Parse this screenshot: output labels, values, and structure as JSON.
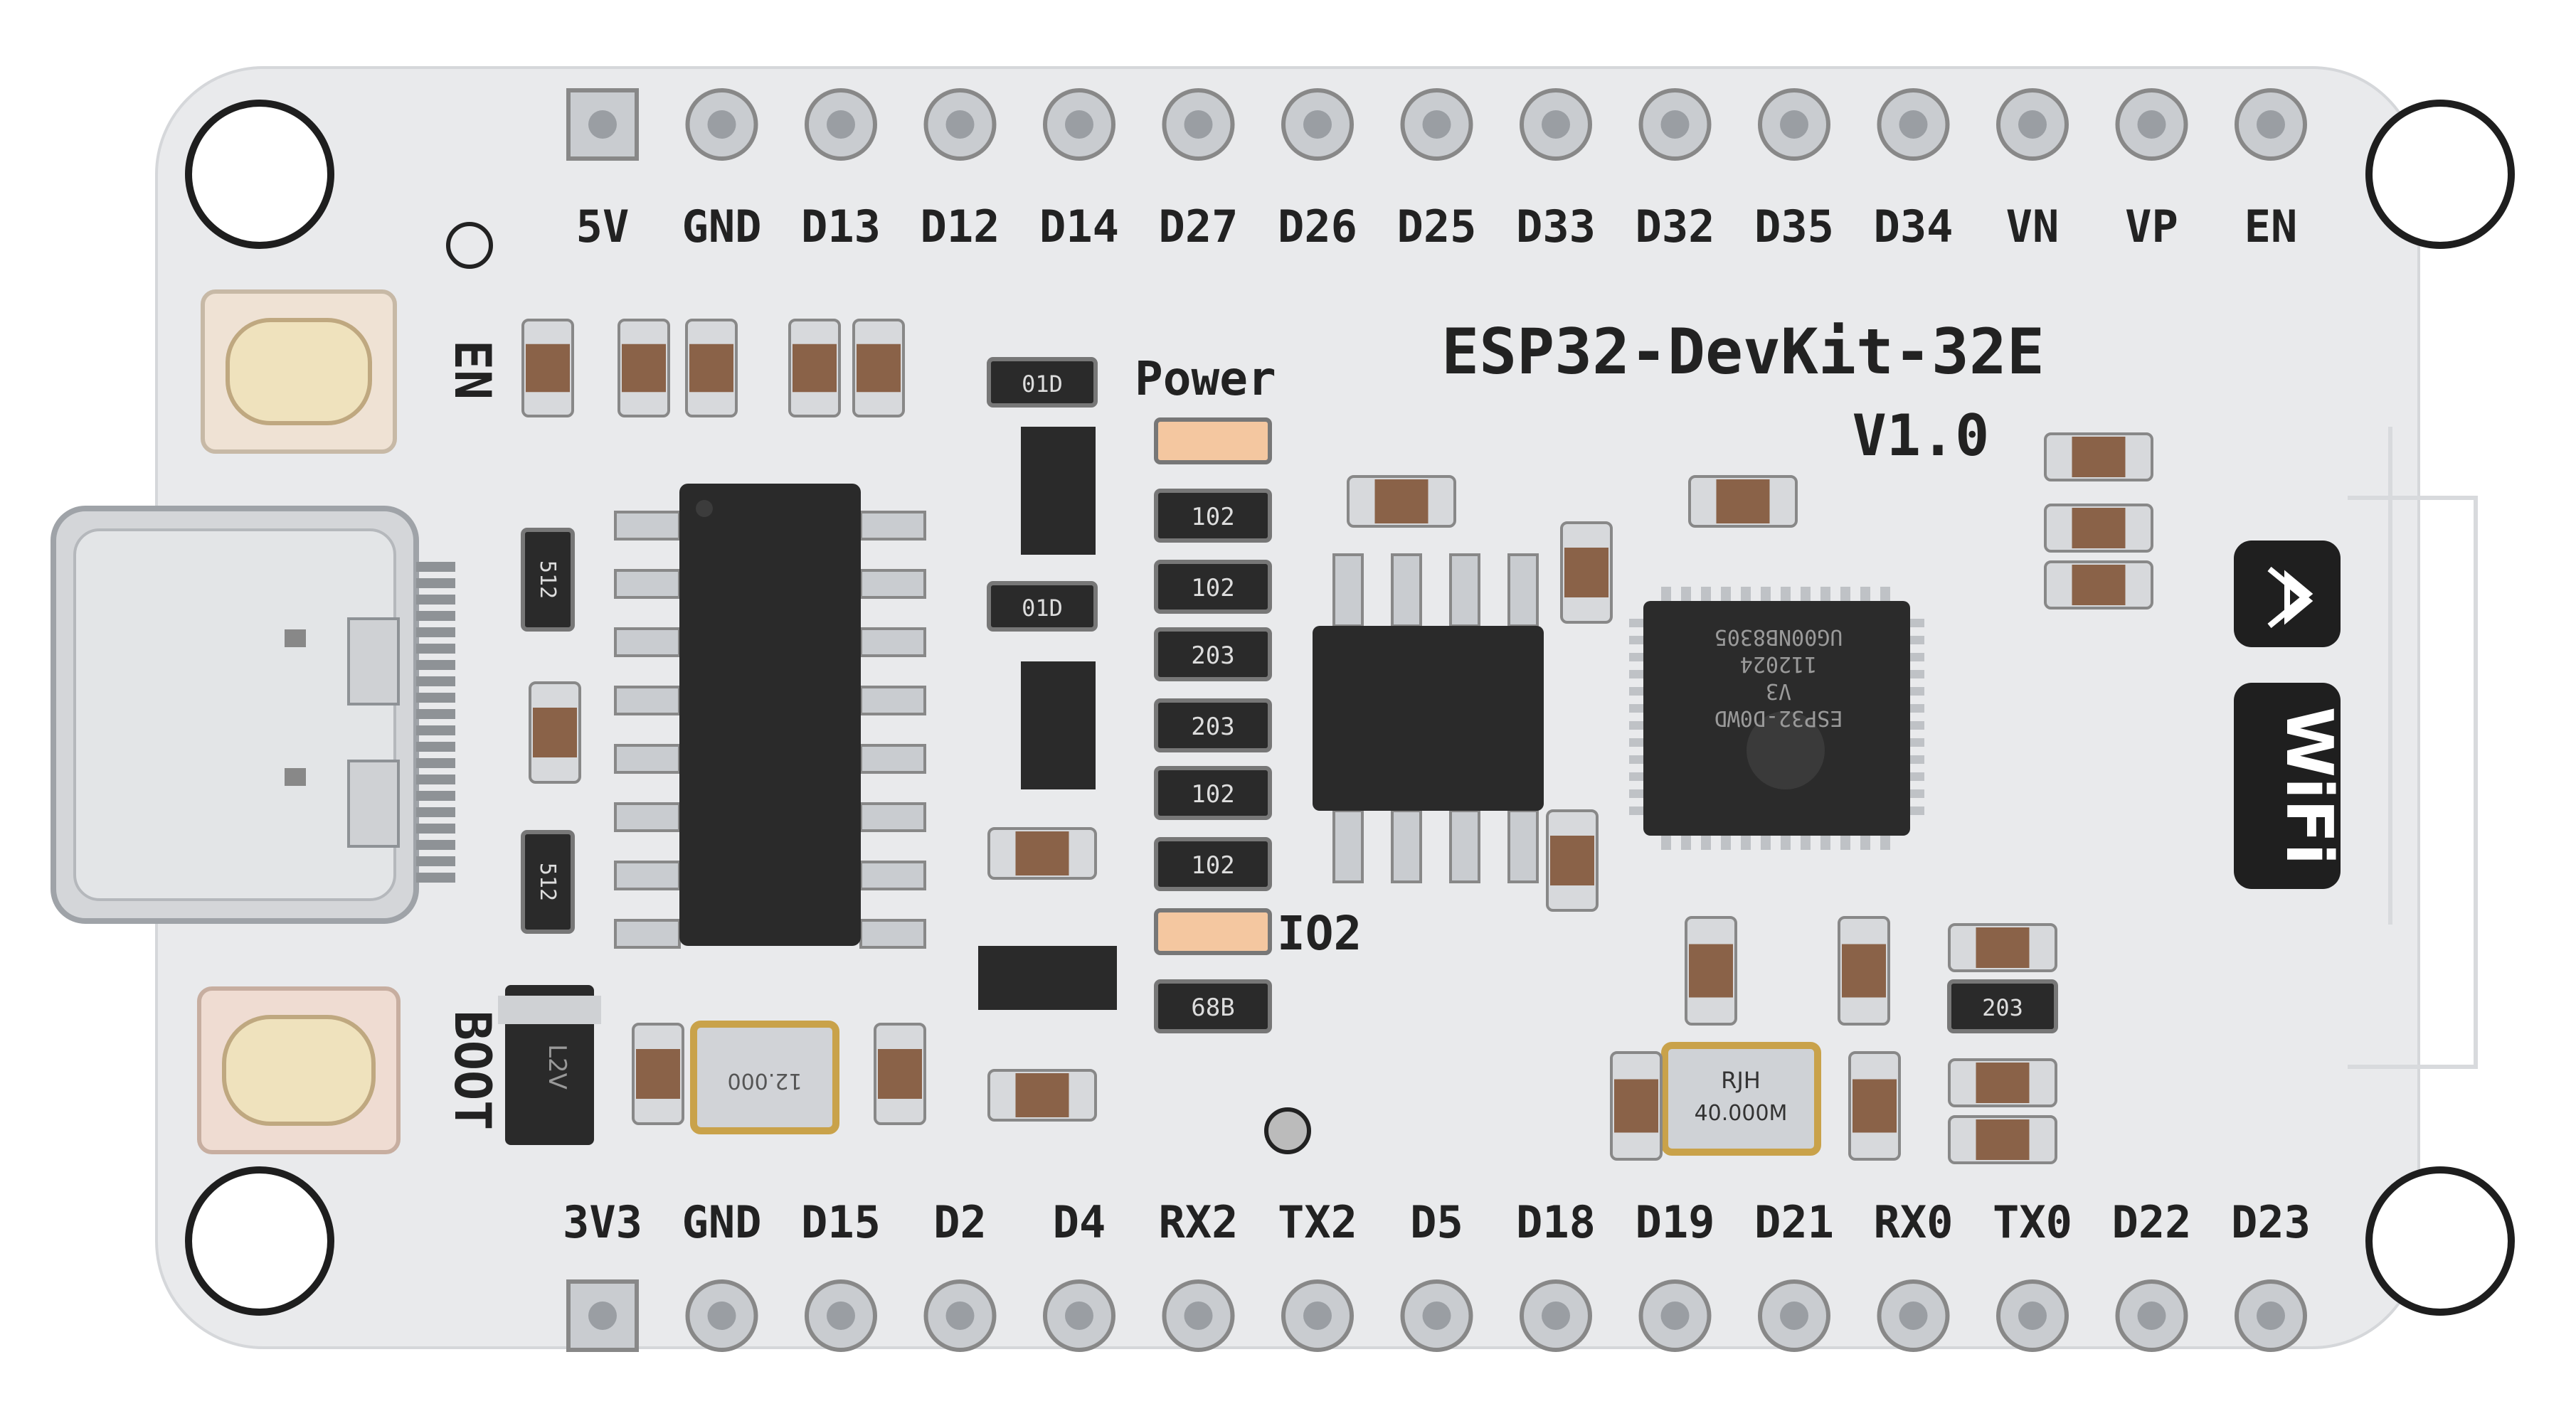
{
  "board": {
    "title": "ESP32-DevKit-32E",
    "version": "V1.0",
    "power_label": "Power",
    "io2_label": "IO2",
    "en_button_label": "EN",
    "boot_button_label": "BOOT",
    "wifi_badge": "WiFi",
    "top_pins": [
      "5V",
      "GND",
      "D13",
      "D12",
      "D14",
      "D27",
      "D26",
      "D25",
      "D33",
      "D32",
      "D35",
      "D34",
      "VN",
      "VP",
      "EN"
    ],
    "bottom_pins": [
      "3V3",
      "GND",
      "D15",
      "D2",
      "D4",
      "RX2",
      "TX2",
      "D5",
      "D18",
      "D19",
      "D21",
      "RX0",
      "TX0",
      "D22",
      "D23"
    ],
    "main_chip": {
      "lines": [
        "ESP32-D0WD",
        "V3",
        "112024",
        "UG00NB8305"
      ]
    },
    "crystal_main": "RJH\n40.000M",
    "crystal_usb": "12.000",
    "resistors": [
      "102",
      "102",
      "203",
      "203",
      "102",
      "102",
      "203",
      "512",
      "512",
      "68B",
      "01D",
      "01D"
    ],
    "diode_label": "L2V",
    "colors": {
      "pcb": "#e9eaec",
      "silk": "#222222",
      "pad": "#c9ccd0",
      "chip": "#2a2a2a",
      "button": "#efe2bd",
      "led": "#f4c7a0"
    }
  }
}
